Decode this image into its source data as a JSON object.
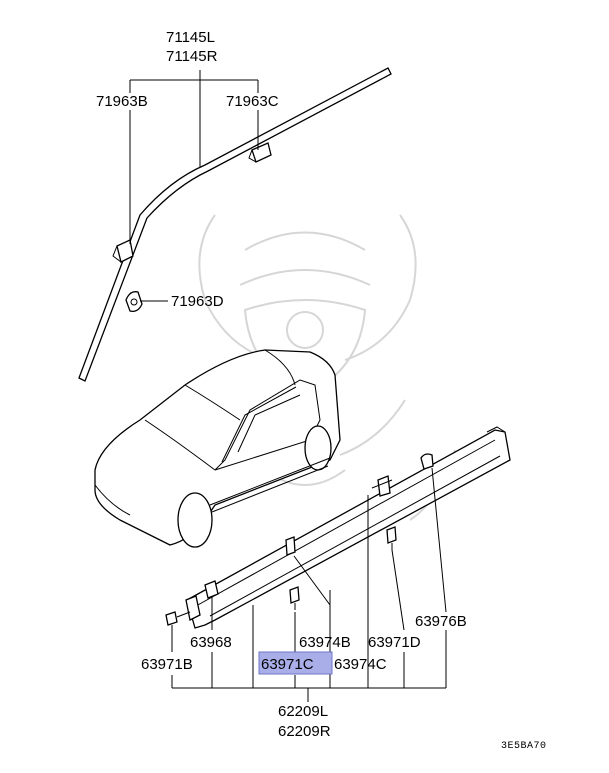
{
  "labels": {
    "trim_left": "71145L",
    "trim_right": "71145R",
    "clip_b": "71963B",
    "clip_c": "71963C",
    "clip_d": "71963D",
    "part_63968": "63968",
    "part_63971b": "63971B",
    "part_63974b": "63974B",
    "part_63971c": "63971C",
    "part_63974c": "63974C",
    "part_63971d": "63971D",
    "part_63976b": "63976B",
    "sill_left": "62209L",
    "sill_right": "62209R"
  },
  "diagram_code": "3E5BA70",
  "highlight_color": "#a9aee8"
}
